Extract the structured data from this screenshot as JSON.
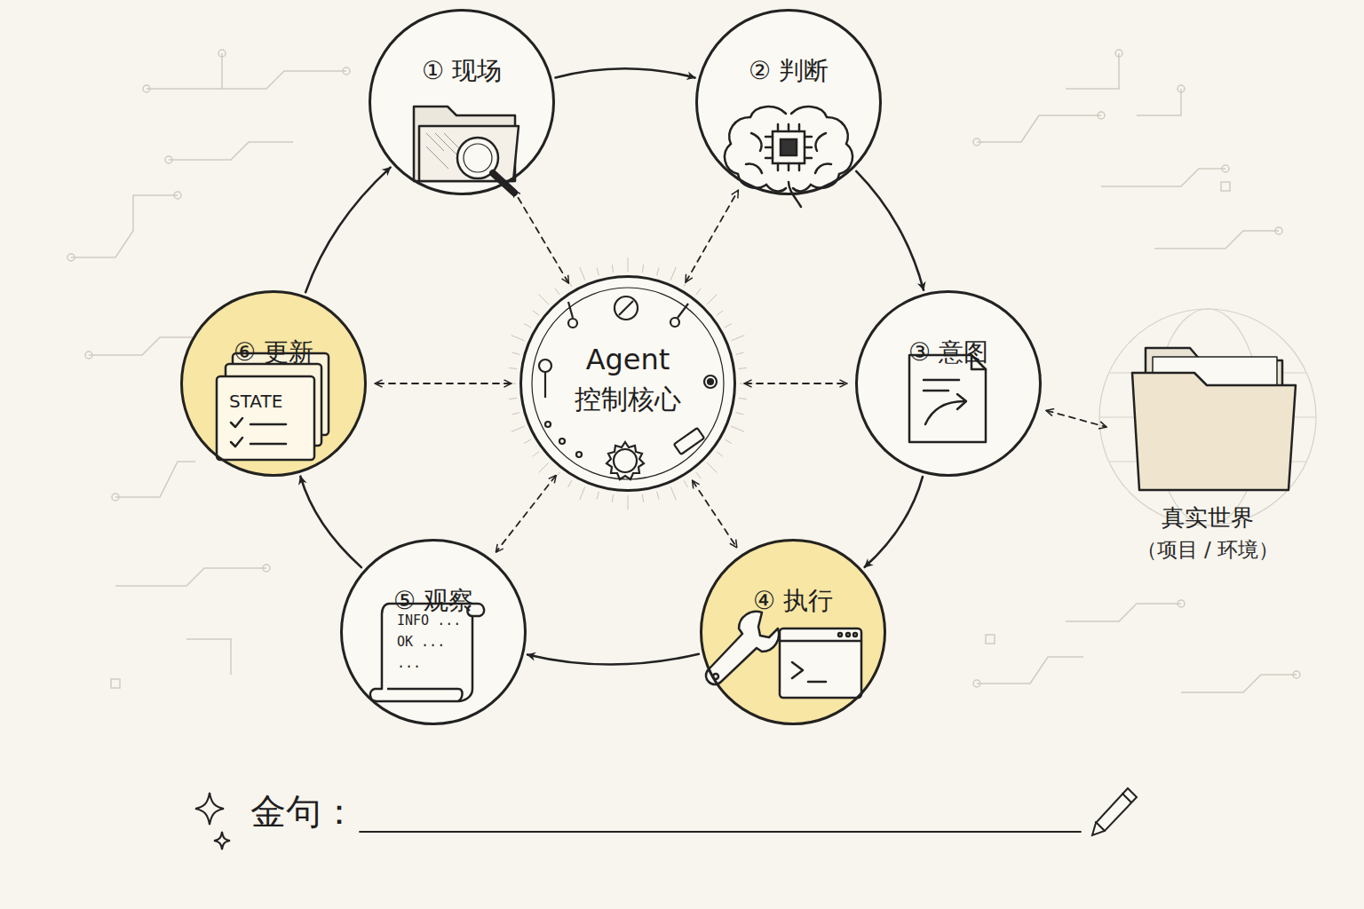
{
  "diagram": {
    "nodes": [
      {
        "text": [
          "① 现场"
        ]
      },
      {
        "text": [
          "② 判断"
        ]
      },
      {
        "text": [
          "③ 意图"
        ]
      },
      {
        "text": [
          "④ 执行"
        ]
      },
      {
        "text": [
          "⑤ 观察"
        ]
      },
      {
        "text": [
          "⑥ 更新"
        ]
      },
      {
        "text": [
          "Agent",
          "控制核心"
        ]
      },
      {
        "text": [
          "真实世界",
          "（项目 / 环境）"
        ]
      }
    ],
    "edges": [
      {
        "from": 0,
        "to": 1,
        "arrow": "to"
      },
      {
        "from": 1,
        "to": 2,
        "arrow": "to"
      },
      {
        "from": 2,
        "to": 3,
        "arrow": "to"
      },
      {
        "from": 3,
        "to": 4,
        "arrow": "to"
      },
      {
        "from": 4,
        "to": 5,
        "arrow": "to"
      },
      {
        "from": 5,
        "to": 0,
        "arrow": "to"
      },
      {
        "from": 6,
        "to": 0,
        "arrow": "both"
      },
      {
        "from": 6,
        "to": 1,
        "arrow": "both"
      },
      {
        "from": 6,
        "to": 2,
        "arrow": "both"
      },
      {
        "from": 6,
        "to": 3,
        "arrow": "both"
      },
      {
        "from": 6,
        "to": 4,
        "arrow": "both"
      },
      {
        "from": 6,
        "to": 5,
        "arrow": "both"
      },
      {
        "from": 2,
        "to": 7,
        "arrow": "both"
      }
    ],
    "labels": [
      "STATE",
      "INFO ...",
      "OK ...",
      "...",
      "金句："
    ]
  }
}
